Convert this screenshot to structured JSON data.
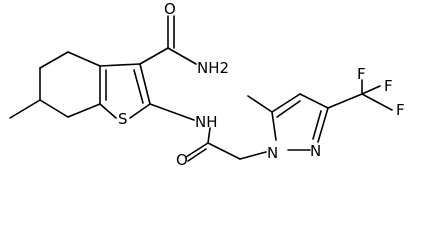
{
  "molecule": {
    "atoms": {
      "o_amide": "O",
      "nh2_amide": "NH2",
      "s_ring": "S",
      "nh_link": "NH",
      "o_acyl": "O",
      "n_pyrazole_1": "N",
      "n_pyrazole_2": "N",
      "f_top": "F",
      "f_upper_right": "F",
      "f_lower_right": "F"
    }
  },
  "colors": {
    "bond": "#000000",
    "label": "#000000",
    "background": "#ffffff"
  }
}
